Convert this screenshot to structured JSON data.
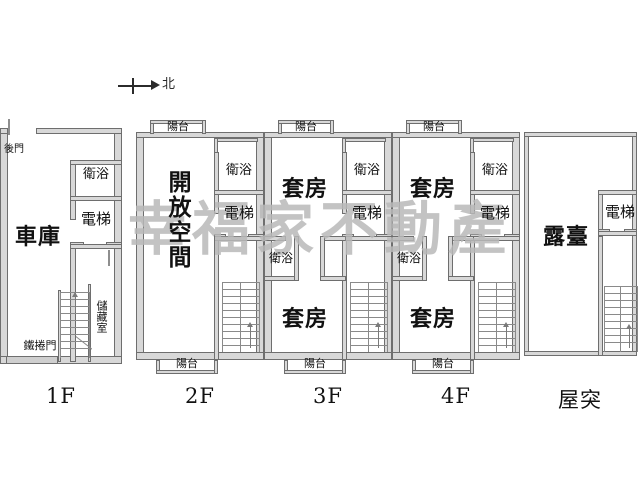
{
  "document": {
    "type": "floor-plan",
    "watermark": "幸福家不動產",
    "background_color": "#ffffff",
    "wall_color": "#d8d8d8",
    "wall_outline_color": "#6e6e6e",
    "text_color": "#111111"
  },
  "compass": {
    "label": "北",
    "direction": "right",
    "name": "north-arrow"
  },
  "floors": [
    {
      "id": "1f",
      "label": "1F",
      "rooms": [
        {
          "name": "garage",
          "label": "車庫",
          "size": "big"
        },
        {
          "name": "bathroom",
          "label": "衛浴",
          "size": "mid"
        },
        {
          "name": "elevator",
          "label": "電梯",
          "size": "mid"
        },
        {
          "name": "storage-room",
          "label": "儲藏室",
          "size": "sm"
        }
      ],
      "openings": [
        {
          "name": "back-door",
          "label": "後門"
        },
        {
          "name": "rolling-shutter",
          "label": "鐵捲門"
        }
      ],
      "features": [
        "stairs",
        "door-swings"
      ]
    },
    {
      "id": "2f",
      "label": "2F",
      "rooms": [
        {
          "name": "open-space",
          "label": "開放空間",
          "size": "big"
        },
        {
          "name": "bathroom",
          "label": "衛浴",
          "size": "mid"
        },
        {
          "name": "elevator",
          "label": "電梯",
          "size": "mid"
        }
      ],
      "balconies": [
        {
          "name": "balcony-top",
          "label": "陽台"
        },
        {
          "name": "balcony-bottom",
          "label": "陽台"
        }
      ],
      "features": [
        "stairs",
        "door-swings"
      ]
    },
    {
      "id": "3f",
      "label": "3F",
      "rooms": [
        {
          "name": "suite-upper",
          "label": "套房",
          "size": "big"
        },
        {
          "name": "suite-lower",
          "label": "套房",
          "size": "big"
        },
        {
          "name": "bathroom-upper",
          "label": "衛浴",
          "size": "mid"
        },
        {
          "name": "bathroom-lower",
          "label": "衛浴",
          "size": "mid"
        },
        {
          "name": "elevator",
          "label": "電梯",
          "size": "mid"
        }
      ],
      "balconies": [
        {
          "name": "balcony-top",
          "label": "陽台"
        },
        {
          "name": "balcony-bottom",
          "label": "陽台"
        }
      ],
      "features": [
        "stairs",
        "door-swings"
      ]
    },
    {
      "id": "4f",
      "label": "4F",
      "rooms": [
        {
          "name": "suite-upper",
          "label": "套房",
          "size": "big"
        },
        {
          "name": "suite-lower",
          "label": "套房",
          "size": "big"
        },
        {
          "name": "bathroom-upper",
          "label": "衛浴",
          "size": "mid"
        },
        {
          "name": "bathroom-lower",
          "label": "衛浴",
          "size": "mid"
        },
        {
          "name": "elevator",
          "label": "電梯",
          "size": "mid"
        }
      ],
      "balconies": [
        {
          "name": "balcony-top",
          "label": "陽台"
        },
        {
          "name": "balcony-bottom",
          "label": "陽台"
        }
      ],
      "features": [
        "stairs",
        "door-swings"
      ]
    },
    {
      "id": "penthouse",
      "label": "屋突",
      "rooms": [
        {
          "name": "terrace",
          "label": "露臺",
          "size": "big"
        },
        {
          "name": "elevator",
          "label": "電梯",
          "size": "mid"
        }
      ],
      "features": [
        "stairs",
        "door-swings"
      ]
    }
  ]
}
